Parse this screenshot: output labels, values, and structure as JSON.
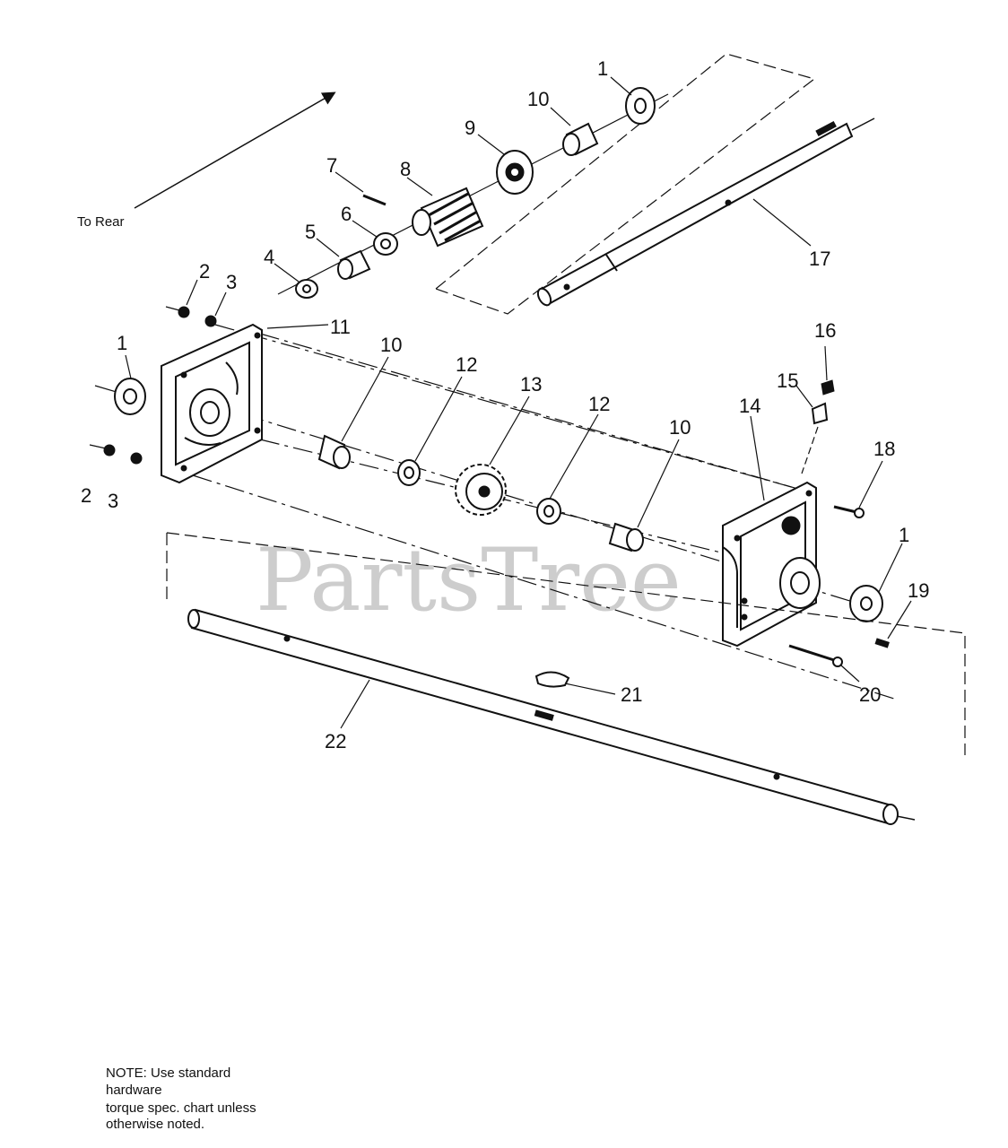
{
  "direction_label": "To Rear",
  "watermark": "PartsTree",
  "callouts": [
    "1",
    "10",
    "9",
    "8",
    "7",
    "6",
    "5",
    "4",
    "2",
    "3",
    "11",
    "17",
    "1",
    "10",
    "12",
    "13",
    "12",
    "10",
    "14",
    "16",
    "15",
    "18",
    "2",
    "3",
    "1",
    "19",
    "21",
    "20",
    "22"
  ],
  "note_lines": [
    "NOTE: Use standard",
    "hardware",
    "torque spec. chart unless",
    "otherwise noted."
  ]
}
